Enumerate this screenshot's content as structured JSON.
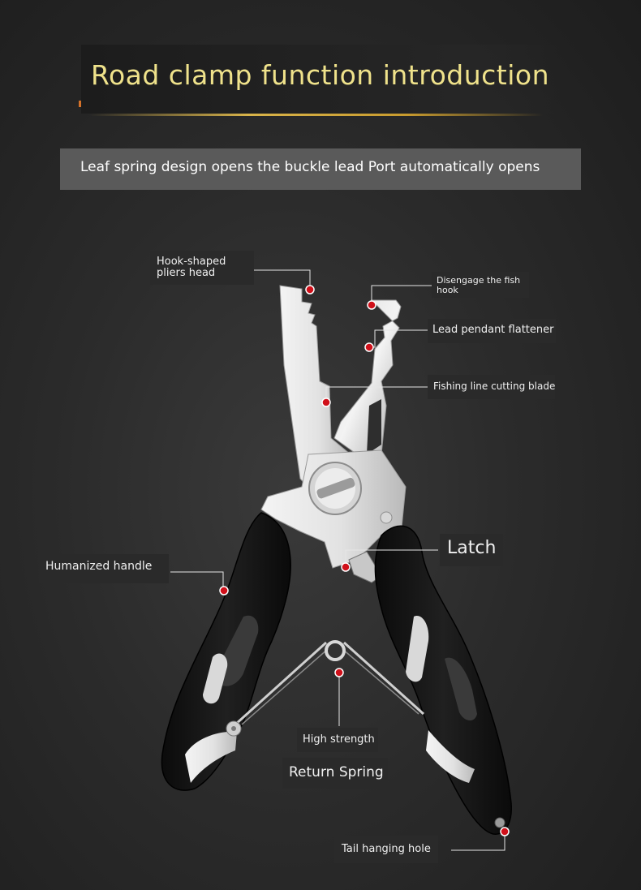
{
  "header": {
    "title": "Road clamp function introduction",
    "subtitle": "Leaf spring design opens the buckle lead Port automatically opens"
  },
  "callouts": {
    "hook_head_line1": "Hook-shaped",
    "hook_head_line2": "pliers head",
    "disengage_line1": "Disengage the fish",
    "disengage_line2": "hook",
    "flattener": "Lead pendant flattener",
    "cutting_blade": "Fishing line cutting blade",
    "latch": "Latch",
    "handle": "Humanized handle",
    "strength": "High strength",
    "return_spring": "Return Spring",
    "tail_hole": "Tail hanging hole"
  },
  "colors": {
    "title": "#efe28b",
    "dot": "#d0101a",
    "steel": "#e8e8e8",
    "handle": "#141414"
  }
}
